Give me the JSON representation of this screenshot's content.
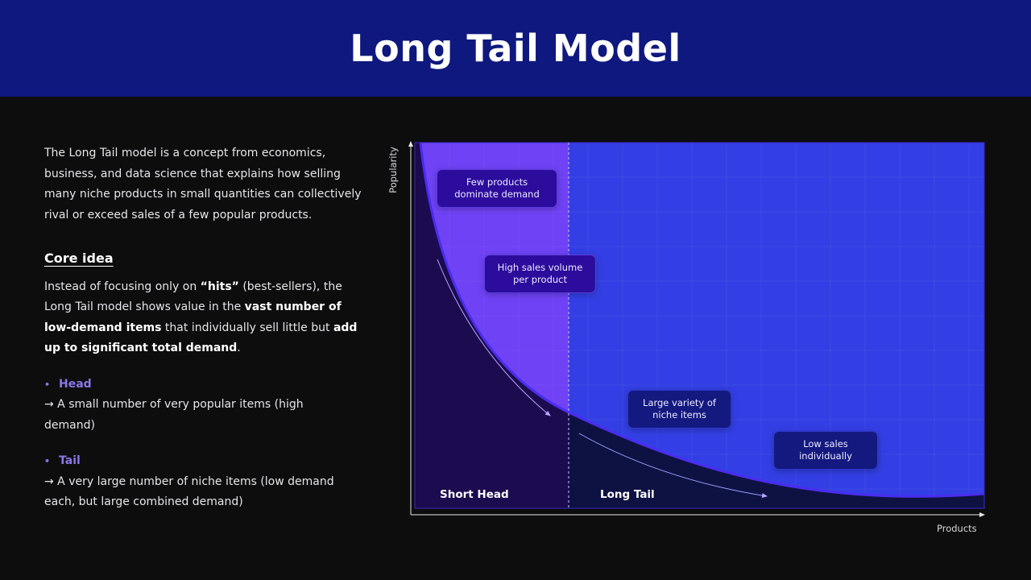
{
  "header": {
    "title": "Long Tail Model"
  },
  "intro": "The Long Tail model is a concept from economics, business, and data science that explains how selling many niche products in small quantities can collectively rival or exceed sales of a few popular products.",
  "core": {
    "heading": "Core idea",
    "segments": [
      {
        "text": "Instead of focusing only on ",
        "bold": false
      },
      {
        "text": "“hits”",
        "bold": true
      },
      {
        "text": " (best-sellers), the Long Tail model shows value in the ",
        "bold": false
      },
      {
        "text": "vast number of low-demand items",
        "bold": true
      },
      {
        "text": " that individually sell little but ",
        "bold": false
      },
      {
        "text": "add up to significant total demand",
        "bold": true
      },
      {
        "text": ".",
        "bold": false
      }
    ]
  },
  "bullets": [
    {
      "title": "Head",
      "desc": "→ A small number of very popular items (high demand)"
    },
    {
      "title": "Tail",
      "desc": "→ A very large number of niche items (low demand each, but large combined demand)"
    }
  ],
  "diagram": {
    "y_axis_label": "Popularity",
    "x_axis_label": "Products",
    "regions": {
      "head": "Short Head",
      "tail": "Long Tail"
    },
    "notes": [
      "Few products dominate demand",
      "High sales volume per product",
      "Large variety of niche items",
      "Low sales individually"
    ],
    "colors": {
      "head_fill": "#6f42f5",
      "tail_fill": "#333fe4",
      "head_under": "#1c0b4f",
      "tail_under": "#0e1242",
      "curve": "#4a2cf0",
      "header": "#0e187e",
      "accent": "#8d76e8"
    }
  }
}
